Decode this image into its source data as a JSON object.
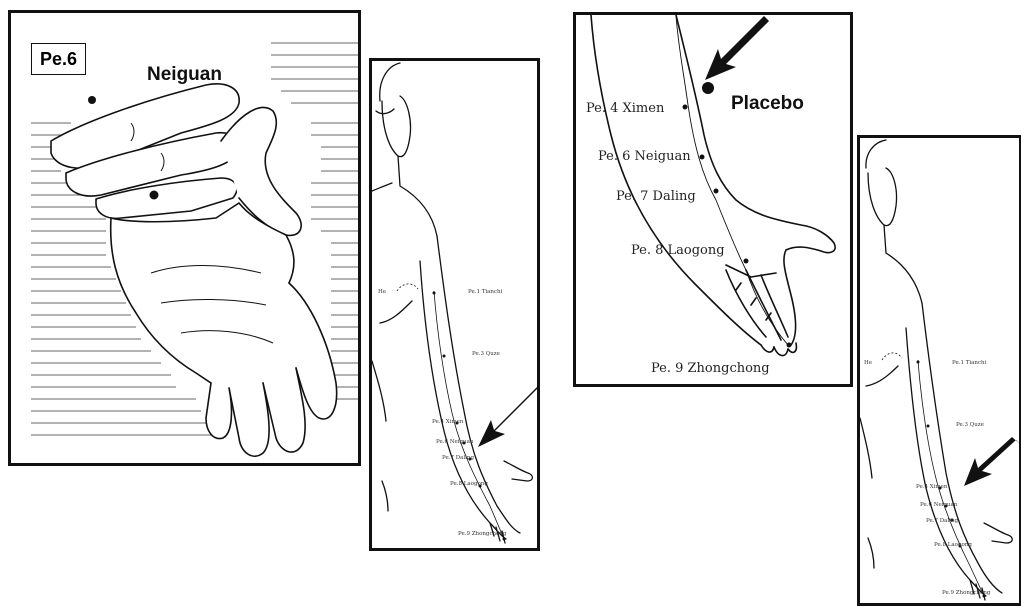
{
  "panel_a": {
    "box_label": "Pe.6",
    "title": "Neiguan"
  },
  "panel_b": {
    "points": {
      "pe1": "Pe.1 Tianchi",
      "pe3": "Pe.3 Quze",
      "pe4": "Pe.4 Ximen",
      "pe6": "Pe.6 Neiguan",
      "pe7": "Pe.7 Daling",
      "pe8": "Pe.8 Laogong",
      "pe9": "Pe.9 Zhongchong",
      "he": "He"
    }
  },
  "panel_c": {
    "placebo": "Placebo",
    "pe4": "Pe. 4  Ximen",
    "pe6": "Pe. 6  Neiguan",
    "pe7": "Pe. 7   Daling",
    "pe8": "Pe. 8    Laogong",
    "pe9": "Pe. 9    Zhongchong"
  },
  "panel_d": {
    "points": {
      "pe1": "Pe.1 Tianchi",
      "pe3": "Pe.3 Quze",
      "pe4": "Pe.4 Ximen",
      "pe6": "Pe.6 Neiguan",
      "pe7": "Pe.7 Daling",
      "pe8": "Pe.8 Laogong",
      "pe9": "Pe.9 Zhongchong",
      "he": "He"
    }
  },
  "colors": {
    "ink": "#111111",
    "background": "#ffffff"
  }
}
